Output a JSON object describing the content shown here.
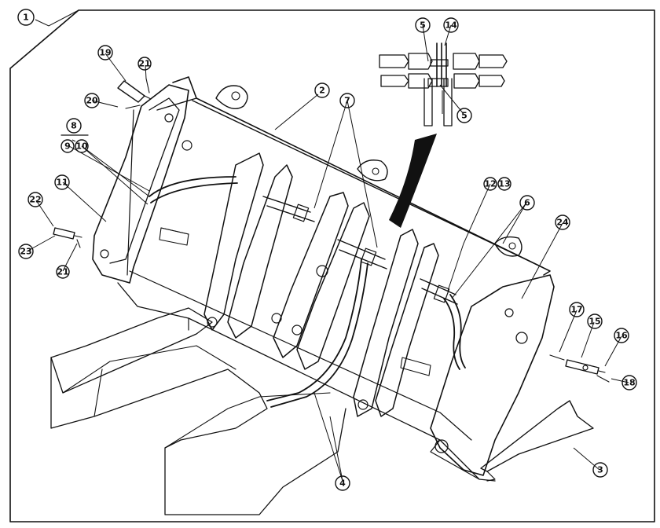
{
  "diagram": {
    "callouts": [
      {
        "id": "c1",
        "text": "1"
      },
      {
        "id": "c2",
        "text": "2"
      },
      {
        "id": "c3",
        "text": "3"
      },
      {
        "id": "c4",
        "text": "4"
      },
      {
        "id": "c5a",
        "text": "5"
      },
      {
        "id": "c5b",
        "text": "5"
      },
      {
        "id": "c6",
        "text": "6"
      },
      {
        "id": "c7",
        "text": "7"
      },
      {
        "id": "c8",
        "text": "8"
      },
      {
        "id": "c9",
        "text": "9"
      },
      {
        "id": "c10",
        "text": "10"
      },
      {
        "id": "c11",
        "text": "11"
      },
      {
        "id": "c12",
        "text": "12"
      },
      {
        "id": "c13",
        "text": "13"
      },
      {
        "id": "c14",
        "text": "14"
      },
      {
        "id": "c15",
        "text": "15"
      },
      {
        "id": "c16",
        "text": "16"
      },
      {
        "id": "c17",
        "text": "17"
      },
      {
        "id": "c18",
        "text": "18"
      },
      {
        "id": "c19",
        "text": "19"
      },
      {
        "id": "c20",
        "text": "20"
      },
      {
        "id": "c21a",
        "text": "21"
      },
      {
        "id": "c21b",
        "text": "21"
      },
      {
        "id": "c22",
        "text": "22"
      },
      {
        "id": "c23",
        "text": "23"
      },
      {
        "id": "c24",
        "text": "24"
      }
    ]
  }
}
